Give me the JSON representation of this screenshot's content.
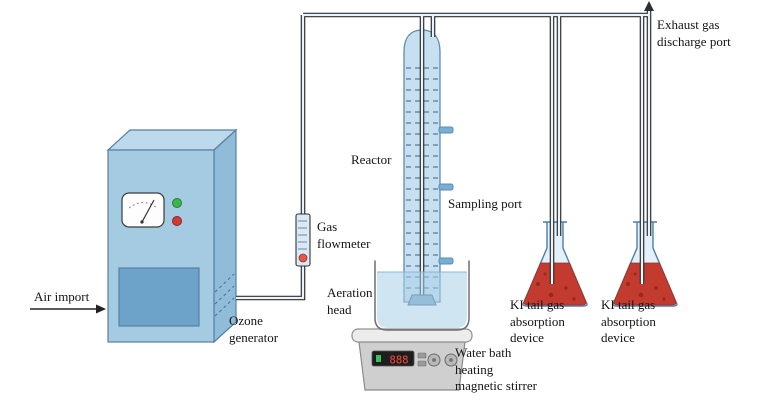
{
  "diagram": {
    "labels": {
      "air_import": "Air import",
      "ozone_generator": "Ozone\ngenerator",
      "gas_flowmeter": "Gas\nflowmeter",
      "reactor": "Reactor",
      "sampling_port": "Sampling port",
      "aeration_head": "Aeration\nhead",
      "water_bath_stirrer": "Water bath\nheating\nmagnetic stirrer",
      "ki_absorption_1": "KI tail gas\nabsorption\ndevice",
      "ki_absorption_2": "KI tail gas\nabsorption\ndevice",
      "exhaust": "Exhaust gas\ndischarge port"
    },
    "stirrer_display_value": "888",
    "colors": {
      "equipment_front": "#a5cbe3",
      "equipment_top": "#bdd9ec",
      "equipment_side": "#8fbcd9",
      "equipment_panel": "#6da3c9",
      "outline_blue": "#57809f",
      "column_fill": "#c6e0f2",
      "water_fill": "#aacfe8",
      "liquid_red": "#c23b2e",
      "liquid_speckle": "#8e251b",
      "tube_wall": "#2f2f2f",
      "tube_core": "#e9f4fc",
      "led_green": "#3cb54a",
      "led_red": "#d23b33",
      "flowmeter_ball": "#e2574c",
      "display_red": "#ff4a3d"
    },
    "icons": {
      "flow_arrow": "right-arrow",
      "exhaust_arrow": "up-arrow"
    }
  }
}
